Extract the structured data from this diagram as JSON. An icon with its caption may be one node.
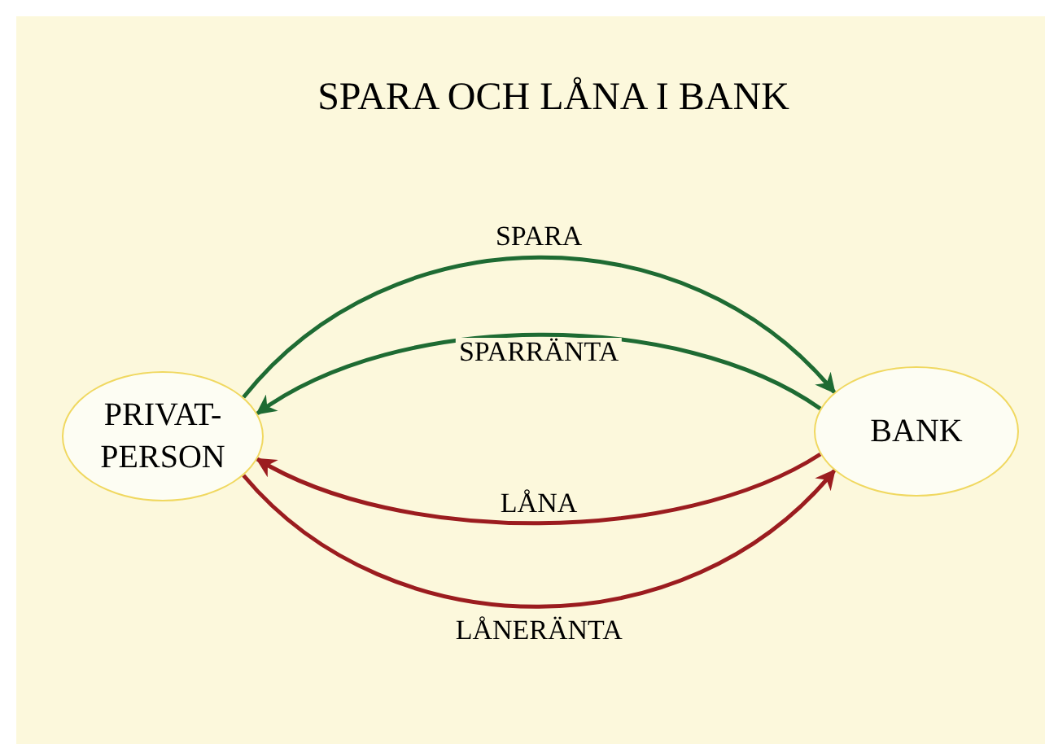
{
  "diagram": {
    "title": "SPARA OCH LÅNA I BANK",
    "nodes": [
      {
        "text": [
          "PRIVAT-PERSON"
        ]
      },
      {
        "text": [
          "BANK"
        ]
      }
    ],
    "edges": [
      {
        "from": 0,
        "to": 1,
        "arrow": "to",
        "label": "SPARA",
        "color": "#1e6b33"
      },
      {
        "from": 1,
        "to": 0,
        "arrow": "to",
        "label": "SPARRÄNTA",
        "color": "#1e6b33"
      },
      {
        "from": 1,
        "to": 0,
        "arrow": "to",
        "label": "LÅNA",
        "color": "#9b1c1f"
      },
      {
        "from": 0,
        "to": 1,
        "arrow": "to",
        "label": "LÅNERÄNTA",
        "color": "#9b1c1f"
      }
    ]
  }
}
